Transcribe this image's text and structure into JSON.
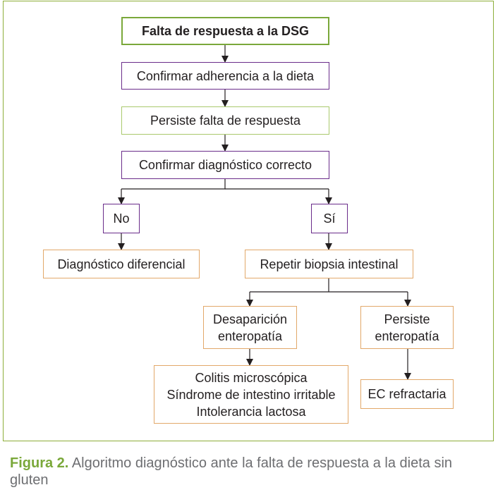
{
  "nodes": {
    "start": "Falta de respuesta a la DSG",
    "confirm_adherence": "Confirmar adherencia a la dieta",
    "persists_no_response": "Persiste falta de respuesta",
    "confirm_diagnosis": "Confirmar diagnóstico correcto",
    "no": "No",
    "yes": "Sí",
    "differential": "Diagnóstico diferencial",
    "repeat_biopsy": "Repetir biopsia intestinal",
    "disappearance_line1": "Desaparición",
    "disappearance_line2": "enteropatía",
    "persists_line1": "Persiste",
    "persists_line2": "enteropatía",
    "outcomes_line1": "Colitis microscópica",
    "outcomes_line2": "Síndrome de intestino irritable",
    "outcomes_line3": "Intolerancia lactosa",
    "refractory": "EC refractaria"
  },
  "caption": {
    "figure_label": "Figura 2.",
    "text": " Algoritmo diagnóstico ante la falta de respuesta a la dieta sin gluten"
  },
  "colors": {
    "frame_border": "#8dae3a",
    "green": "#7aa83a",
    "purple": "#6a2c8a",
    "orange": "#e2a86a",
    "caption_gray": "#6d6e71"
  }
}
